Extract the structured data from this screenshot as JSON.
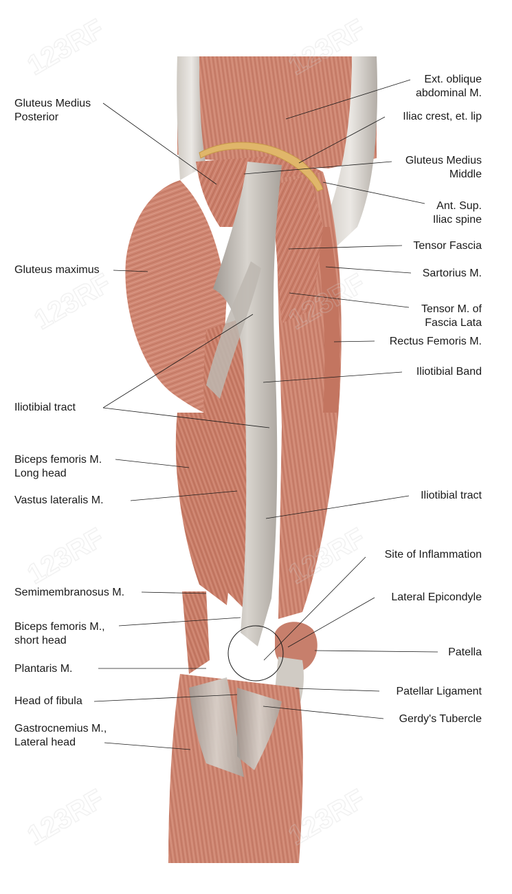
{
  "watermark": "123RF",
  "colors": {
    "muscle": "#c9806a",
    "muscle_dark": "#a65a45",
    "muscle_light": "#e4ab97",
    "tendon": "#b9b3ab",
    "tendon_light": "#dcd8d2",
    "crest": "#e2b96a",
    "leader_line": "#1a1a1a"
  },
  "left_labels": [
    {
      "id": "gluteus-medius-posterior",
      "lines": [
        "Gluteus Medius",
        "Posterior"
      ]
    },
    {
      "id": "gluteus-maximus",
      "lines": [
        "Gluteus maximus"
      ]
    },
    {
      "id": "iliotibial-tract-left",
      "lines": [
        "Iliotibial tract"
      ]
    },
    {
      "id": "biceps-femoris-long-head",
      "lines": [
        "Biceps femoris M.",
        "Long head"
      ]
    },
    {
      "id": "vastus-lateralis",
      "lines": [
        "Vastus lateralis M."
      ]
    },
    {
      "id": "semimembranosus",
      "lines": [
        "Semimembranosus M."
      ]
    },
    {
      "id": "biceps-femoris-short-head",
      "lines": [
        "Biceps femoris M.,",
        "short head"
      ]
    },
    {
      "id": "plantaris",
      "lines": [
        "Plantaris M."
      ]
    },
    {
      "id": "head-of-fibula",
      "lines": [
        "Head of fibula"
      ]
    },
    {
      "id": "gastrocnemius-lateral-head",
      "lines": [
        "Gastrocnemius M.,",
        "Lateral head"
      ]
    }
  ],
  "right_labels": [
    {
      "id": "ext-oblique",
      "lines": [
        "Ext. oblique",
        "abdominal M."
      ]
    },
    {
      "id": "iliac-crest",
      "lines": [
        "Iliac crest, et. lip"
      ]
    },
    {
      "id": "gluteus-medius-middle",
      "lines": [
        "Gluteus Medius",
        "Middle"
      ]
    },
    {
      "id": "ant-sup-iliac-spine",
      "lines": [
        "Ant. Sup.",
        "Iliac spine"
      ]
    },
    {
      "id": "tensor-fascia",
      "lines": [
        "Tensor Fascia"
      ]
    },
    {
      "id": "sartorius",
      "lines": [
        "Sartorius M."
      ]
    },
    {
      "id": "tensor-fascia-lata",
      "lines": [
        "Tensor M. of",
        "Fascia Lata"
      ]
    },
    {
      "id": "rectus-femoris",
      "lines": [
        "Rectus Femoris M."
      ]
    },
    {
      "id": "iliotibial-band",
      "lines": [
        "Iliotibial Band"
      ]
    },
    {
      "id": "iliotibial-tract-right",
      "lines": [
        "Iliotibial tract"
      ]
    },
    {
      "id": "site-of-inflammation",
      "lines": [
        "Site of Inflammation"
      ]
    },
    {
      "id": "lateral-epicondyle",
      "lines": [
        "Lateral Epicondyle"
      ]
    },
    {
      "id": "patella",
      "lines": [
        "Patella"
      ]
    },
    {
      "id": "patellar-ligament",
      "lines": [
        "Patellar Ligament"
      ]
    },
    {
      "id": "gerdys-tubercle",
      "lines": [
        "Gerdy's Tubercle"
      ]
    }
  ]
}
